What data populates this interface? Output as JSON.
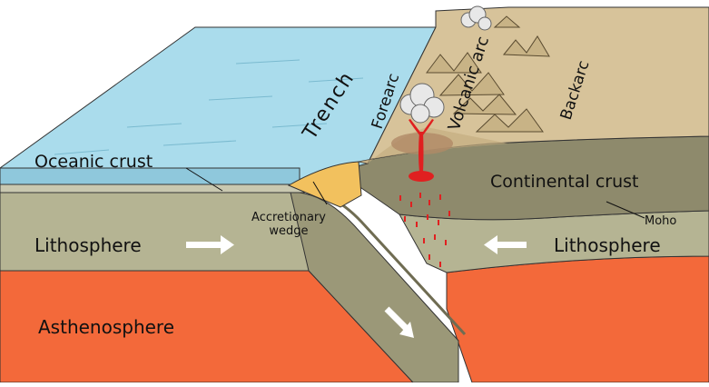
{
  "labels": {
    "trench": "Trench",
    "forearc": "Forearc",
    "volcanic_arc": "Volcanic arc",
    "backarc": "Backarc",
    "oceanic_crust": "Oceanic crust",
    "continental_crust": "Continental crust",
    "moho": "Moho",
    "accretionary_line1": "Accretionary",
    "accretionary_line2": "wedge",
    "lithosphere_left": "Lithosphere",
    "lithosphere_right": "Lithosphere",
    "asthenosphere": "Asthenosphere"
  },
  "colors": {
    "ocean_top": "#aadcec",
    "ocean_front": "#8fc8dc",
    "land_top": "#d7c39a",
    "land_shade": "#c5ae80",
    "continental_crust": "#8e8a6c",
    "lithosphere": "#b5b493",
    "slab": "#9b9878",
    "wedge": "#f2c15e",
    "asthenosphere": "#f3693a",
    "magma": "#e02020",
    "arrow": "#ffffff"
  },
  "icons": {
    "volcano_plume": "ash-cloud-icon",
    "motion_arrows": "arrow-icon"
  }
}
